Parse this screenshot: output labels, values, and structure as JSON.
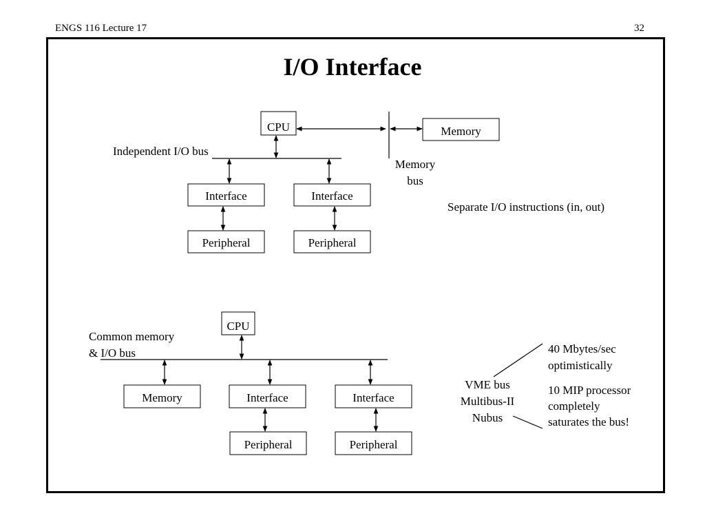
{
  "header": {
    "course": "ENGS 116  Lecture 17",
    "page": "32"
  },
  "title": "I/O Interface",
  "top_diagram": {
    "cpu": "CPU",
    "memory": "Memory",
    "bus_label": "Independent I/O bus",
    "memory_bus_line1": "Memory",
    "memory_bus_line2": "bus",
    "interface_1": "Interface",
    "interface_2": "Interface",
    "peripheral_1": "Peripheral",
    "peripheral_2": "Peripheral",
    "note": "Separate I/O instructions (in, out)"
  },
  "bottom_diagram": {
    "cpu": "CPU",
    "bus_label_line1": "Common memory",
    "bus_label_line2": "& I/O bus",
    "memory": "Memory",
    "interface_1": "Interface",
    "interface_2": "Interface",
    "peripheral_1": "Peripheral",
    "peripheral_2": "Peripheral",
    "buses": [
      "VME bus",
      "Multibus-II",
      "Nubus"
    ],
    "note_1_line1": "40 Mbytes/sec",
    "note_1_line2": "optimistically",
    "note_2_line1": "10 MIP processor",
    "note_2_line2": "completely",
    "note_2_line3": "saturates the bus!"
  }
}
